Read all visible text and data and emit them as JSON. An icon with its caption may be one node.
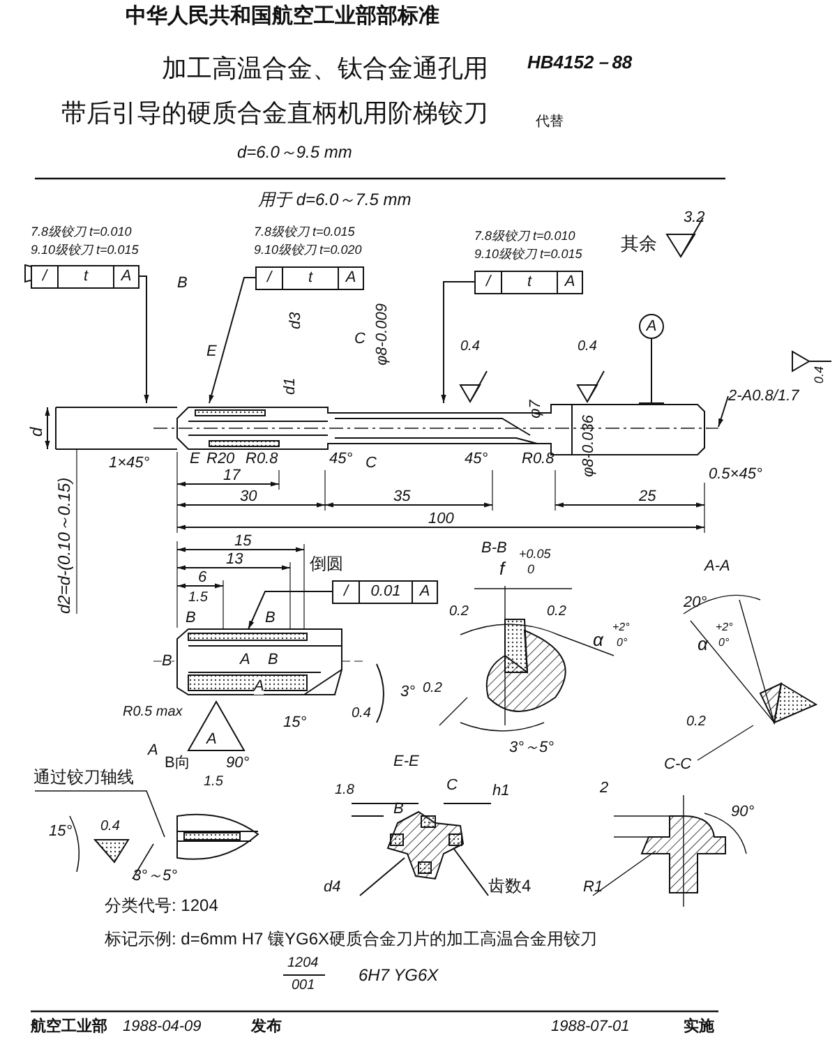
{
  "diagram": {
    "title": "加工高温合金、钛合金通孔用带后引导的硬质合金直柄机用阶梯铰刀",
    "nodes": [
      {
        "text": [
          "/",
          "t",
          "A"
        ],
        "beside": [
          "7.8级铰刀 t=0.010",
          "9.10级铰刀 t=0.015"
        ]
      },
      {
        "text": [
          "/",
          "t",
          "A"
        ],
        "beside": [
          "7.8级铰刀 t=0.015",
          "9.10级铰刀 t=0.020"
        ]
      },
      {
        "text": [
          "/",
          "t",
          "A"
        ],
        "beside": [
          "7.8级铰刀 t=0.010",
          "9.10级铰刀 t=0.015"
        ]
      },
      {
        "text": [
          "A"
        ]
      },
      {
        "text": [
          "2-A0.8/1.7"
        ]
      },
      {
        "text": [
          "/",
          "0.01",
          "A"
        ]
      },
      {
        "text": [],
        "shape": "picture"
      },
      {
        "text": [],
        "shape": "picture"
      }
    ],
    "edges": [
      {
        "from": 0,
        "to": 6,
        "arrow": "to"
      },
      {
        "from": 1,
        "to": 6,
        "arrow": "to"
      },
      {
        "from": 2,
        "to": 6,
        "arrow": "to"
      },
      {
        "from": 3,
        "to": 6,
        "arrow": "none"
      },
      {
        "from": 4,
        "to": 6,
        "arrow": "to"
      },
      {
        "from": 5,
        "to": 7,
        "arrow": "to"
      }
    ],
    "labels": [
      "中华人民共和国航空工业部部标准",
      "HB4152－88",
      "代替",
      "d=6.0～9.5 mm",
      "用于 d=6.0～7.5 mm",
      "其余",
      "3.2",
      "B",
      "d3",
      "E",
      "C",
      "φ8-0.009",
      "0.4",
      "0.4",
      "0.4",
      "d",
      "d1",
      "φ7",
      "φ8-0.036",
      "1×45°",
      "E",
      "R20",
      "R0.8",
      "45°",
      "C",
      "45°",
      "R0.8",
      "d2=d-(0.10～0.15)",
      "17",
      "0.5×45°",
      "30",
      "35",
      "25",
      "100",
      "15",
      "13",
      "6",
      "倒圆",
      "1.5",
      "B",
      "B",
      "B",
      "A",
      "B",
      "A",
      "3°",
      "R0.5 max",
      "0.4",
      "15°",
      "A",
      "A",
      "90°",
      "B-B",
      "f",
      "+0.05",
      "0",
      "0.2",
      "0.2",
      "α",
      "+2°",
      "0°",
      "0.2",
      "3°～5°",
      "A-A",
      "20°",
      "α",
      "+2°",
      "0°",
      "0.2",
      "B向",
      "通过铰刀轴线",
      "1.5",
      "E-E",
      "C-C",
      "15°",
      "0.4",
      "1.8",
      "C",
      "B",
      "h1",
      "2",
      "90°",
      "3°～5°",
      "d4",
      "齿数4",
      "R1",
      "分类代号: 1204",
      "标记示例: d=6mm H7 镶YG6X硬质合金刀片的加工高温合金用铰刀",
      "1204",
      "001",
      "6H7 YG6X",
      "航空工业部",
      "1988-04-09",
      "发布",
      "1988-07-01",
      "实施"
    ]
  }
}
